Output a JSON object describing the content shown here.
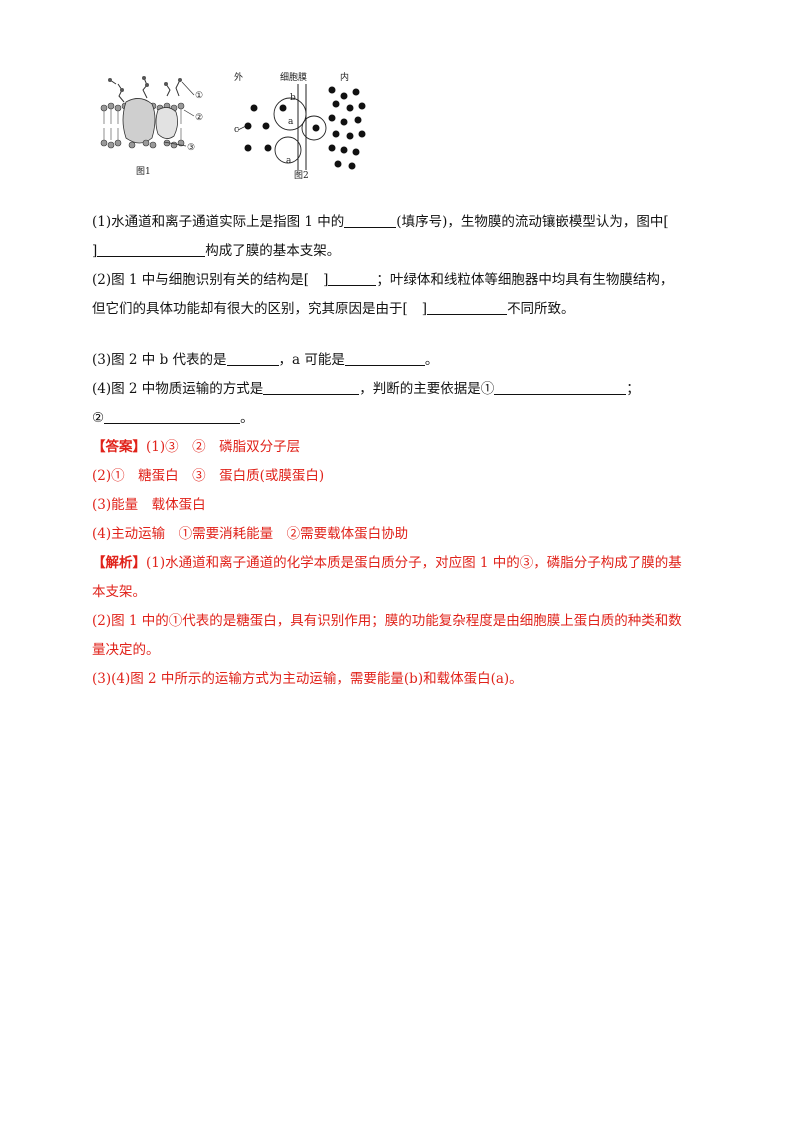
{
  "figures": {
    "fig1": {
      "caption": "图1",
      "labels": [
        "①",
        "②",
        "③"
      ]
    },
    "fig2": {
      "caption": "图2",
      "outside": "外",
      "membrane": "细胞膜",
      "inside": "内",
      "labels": {
        "b": "b",
        "a": "a",
        "c": "c"
      }
    }
  },
  "questions": {
    "q1": {
      "part1": "(1)水通道和离子通道实际上是指图 1 中的",
      "part2": "(填序号)，生物膜的流动镶嵌模型认为，图中[",
      "part3": "]",
      "part4": "构成了膜的基本支架。"
    },
    "q2": {
      "part1": "(2)图 1 中与细胞识别有关的结构是[",
      "part2": "]",
      "part3": "；叶绿体和线粒体等细胞器中均具有生物膜结构，",
      "part4": "但它们的具体功能却有很大的区别，究其原因是由于[",
      "part5": "]",
      "part6": "不同所致。"
    },
    "q3": {
      "part1": "(3)图 2 中 b 代表的是",
      "part2": "，a 可能是",
      "part3": "。"
    },
    "q4": {
      "part1": "(4)图 2 中物质运输的方式是",
      "part2": "，判断的主要依据是①",
      "part3": "；",
      "part4": "②",
      "part5": "。"
    }
  },
  "answer": {
    "tag": "【答案】",
    "line1": "(1)③　②　磷脂双分子层",
    "line2": "(2)①　糖蛋白　③　蛋白质(或膜蛋白)",
    "line3": "(3)能量　载体蛋白",
    "line4": "(4)主动运输　①需要消耗能量　②需要载体蛋白协助"
  },
  "analysis": {
    "tag": "【解析】",
    "line1": "(1)水通道和离子通道的化学本质是蛋白质分子，对应图 1 中的③，磷脂分子构成了膜的基",
    "line1b": "本支架。",
    "line2": "(2)图 1 中的①代表的是糖蛋白，具有识别作用；膜的功能复杂程度是由细胞膜上蛋白质的种类和数",
    "line2b": "量决定的。",
    "line3": "(3)(4)图 2 中所示的运输方式为主动运输，需要能量(b)和载体蛋白(a)。"
  }
}
